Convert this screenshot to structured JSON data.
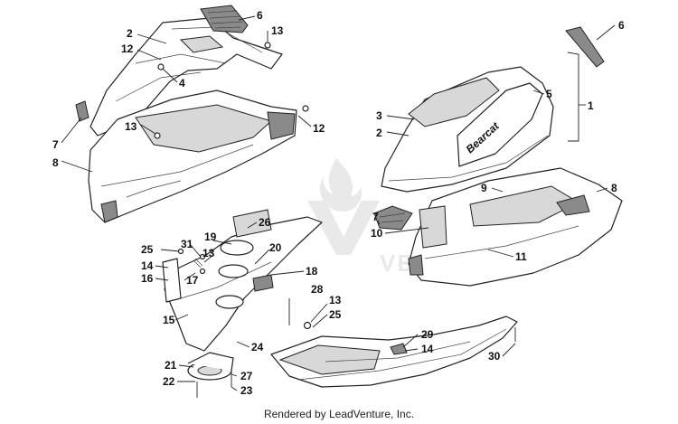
{
  "watermark": {
    "brand_text": "VENTURE"
  },
  "credit": {
    "text": "Rendered by LeadVenture, Inc."
  },
  "decal": {
    "text": "Bearcat"
  },
  "callouts": [
    "2",
    "12",
    "6",
    "13",
    "4",
    "7",
    "8",
    "13",
    "12",
    "3",
    "2",
    "6",
    "1",
    "5",
    "8",
    "9",
    "7",
    "10",
    "11",
    "19",
    "26",
    "25",
    "31",
    "13",
    "20",
    "14",
    "16",
    "17",
    "18",
    "15",
    "28",
    "13",
    "25",
    "24",
    "21",
    "22",
    "27",
    "23",
    "29",
    "14",
    "30"
  ]
}
